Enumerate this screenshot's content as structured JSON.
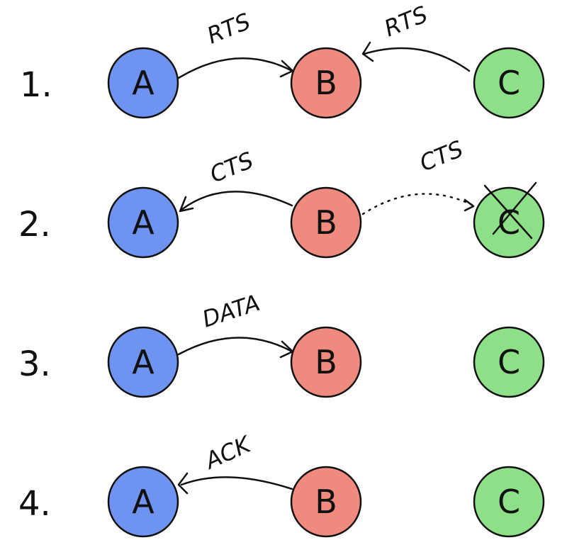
{
  "colors": {
    "node_A": "#6f93f0",
    "node_B": "#ee8a7e",
    "node_C": "#8ee088"
  },
  "rows": [
    {
      "step": "1.",
      "nodes": [
        "A",
        "B",
        "C"
      ],
      "messages": [
        {
          "label": "RTS",
          "from": "A",
          "to": "B"
        },
        {
          "label": "RTS",
          "from": "C",
          "to": "B"
        }
      ]
    },
    {
      "step": "2.",
      "nodes": [
        "A",
        "B",
        "C"
      ],
      "messages": [
        {
          "label": "CTS",
          "from": "B",
          "to": "A"
        },
        {
          "label": "CTS",
          "from": "B",
          "to": "C",
          "style": "dotted",
          "blocked": true
        }
      ]
    },
    {
      "step": "3.",
      "nodes": [
        "A",
        "B",
        "C"
      ],
      "messages": [
        {
          "label": "DATA",
          "from": "A",
          "to": "B"
        }
      ]
    },
    {
      "step": "4.",
      "nodes": [
        "A",
        "B",
        "C"
      ],
      "messages": [
        {
          "label": "ACK",
          "from": "B",
          "to": "A"
        }
      ]
    }
  ]
}
